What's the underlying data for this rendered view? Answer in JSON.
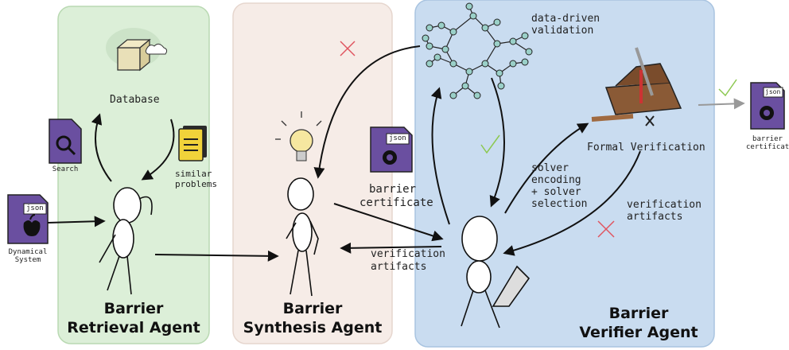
{
  "retrieval": {
    "database": "Database",
    "search": "Search",
    "similar_problems_line1": "similar",
    "similar_problems_line2": "problems",
    "dynamical_system_line1": "Dynamical",
    "dynamical_system_line2": "System",
    "agent_line1": "Barrier",
    "agent_line2": "Retrieval Agent"
  },
  "synthesis": {
    "barrier_certificate_line1": "barrier",
    "barrier_certificate_line2": "certificate",
    "verification_artifacts_line1": "verification",
    "verification_artifacts_line2": "artifacts",
    "agent_line1": "Barrier",
    "agent_line2": "Synthesis Agent"
  },
  "verifier": {
    "data_driven_line1": "data-driven",
    "data_driven_line2": "validation",
    "formal_verification": "Formal Verification",
    "solver_line1": "solver",
    "solver_line2": "encoding",
    "solver_line3": "+ solver",
    "solver_line4": "selection",
    "verification_artifacts_line1": "verification",
    "verification_artifacts_line2": "artifacts",
    "agent_line1": "Barrier",
    "agent_line2": "Verifier Agent"
  },
  "output": {
    "barrier_line1": "barrier",
    "barrier_line2": "certificate"
  },
  "file_tag": "json",
  "colors": {
    "retrieval_panel": "#dcefd8",
    "synthesis_panel": "#f6ece7",
    "verifier_panel": "#c9dcf0",
    "file_icon": "#6a4fa0",
    "check": "#8cc850",
    "cross": "#e05560"
  }
}
